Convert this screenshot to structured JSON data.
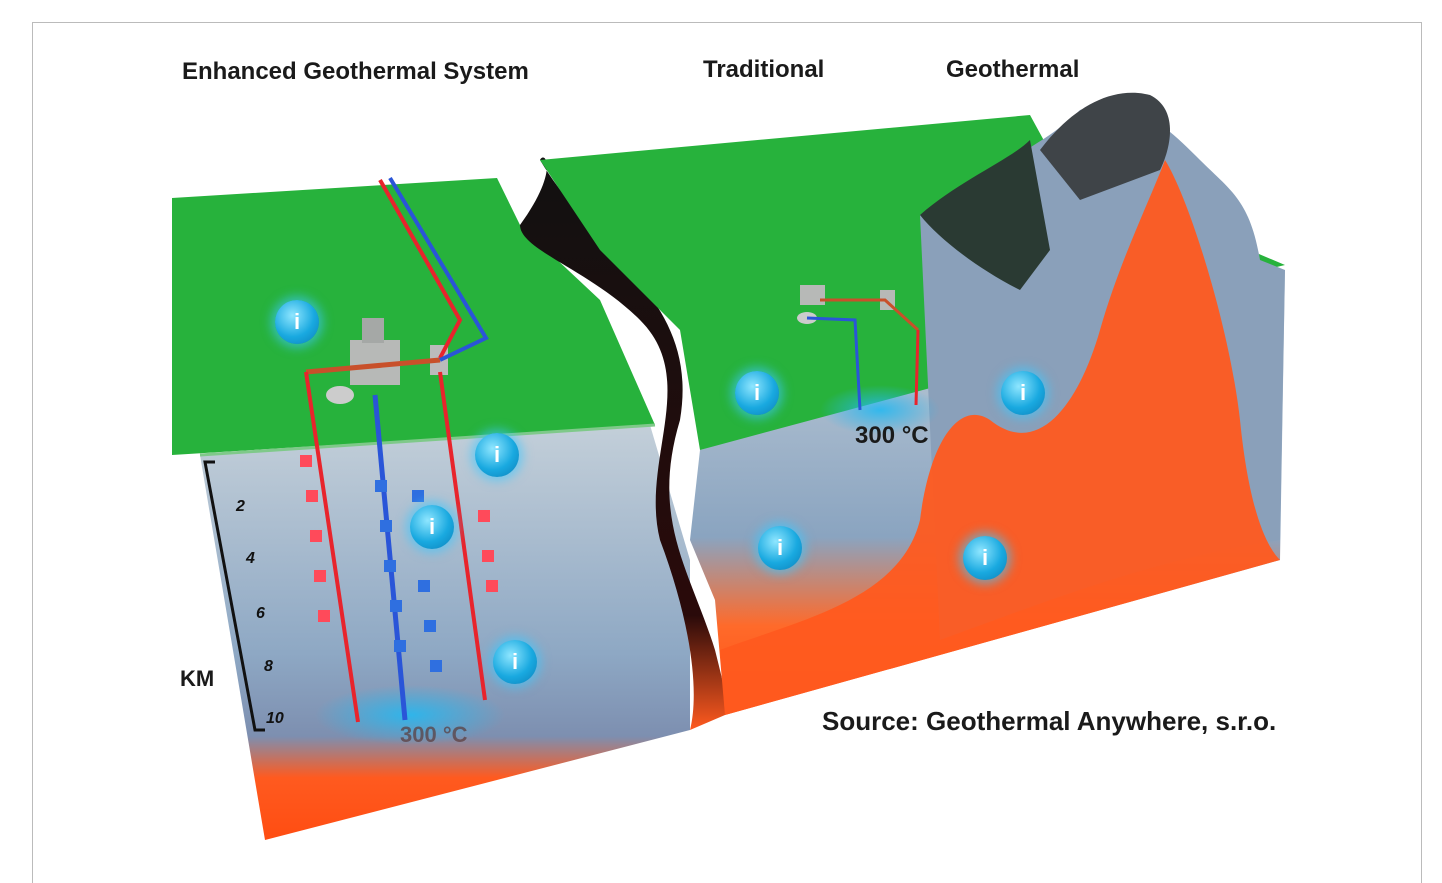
{
  "titles": {
    "egs": "Enhanced Geothermal System",
    "traditional": "Traditional",
    "geothermal": "Geothermal"
  },
  "depth_scale": {
    "unit": "KM",
    "ticks": [
      "2",
      "4",
      "6",
      "8",
      "10"
    ]
  },
  "temperature_labels": {
    "egs": "300 °C",
    "traditional": "300 °C"
  },
  "info_marker_glyph": "i",
  "source": "Source: Geothermal Anywhere, s.r.o.",
  "colors": {
    "ground": "#27b23c",
    "rock": "#9fb3c8",
    "magma": "#ff5a1f",
    "hot_pipe": "#e8242c",
    "cold_pipe": "#2a55d8",
    "info": "#19a9e0"
  }
}
